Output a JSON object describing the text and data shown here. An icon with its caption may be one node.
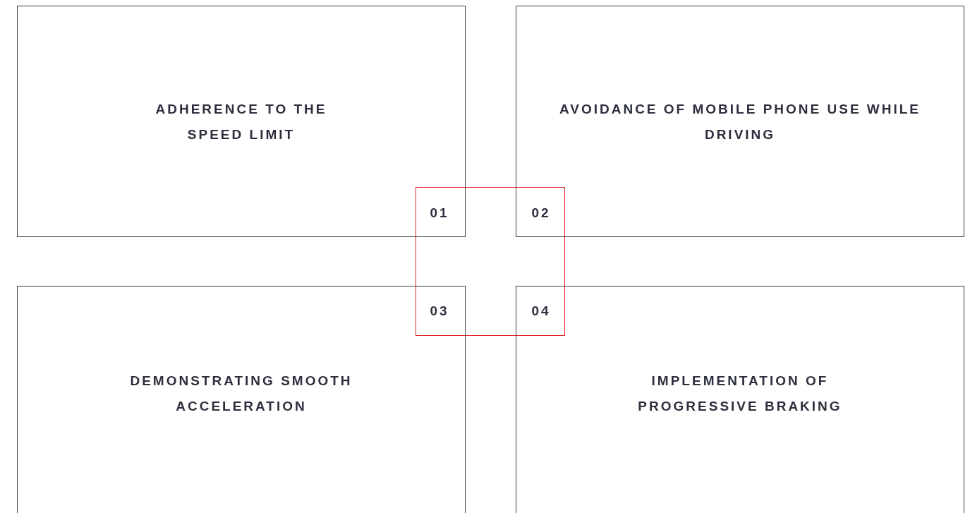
{
  "diagram": {
    "nodes": [
      {
        "text": [
          "ADHERENCE TO THE SPEED LIMIT",
          "01"
        ]
      },
      {
        "text": [
          "AVOIDANCE OF MOBILE PHONE USE WHILE DRIVING",
          "02"
        ]
      },
      {
        "text": [
          "DEMONSTRATING SMOOTH ACCELERATION",
          "03"
        ]
      },
      {
        "text": [
          "IMPLEMENTATION OF PROGRESSIVE BRAKING",
          "04"
        ]
      }
    ]
  }
}
